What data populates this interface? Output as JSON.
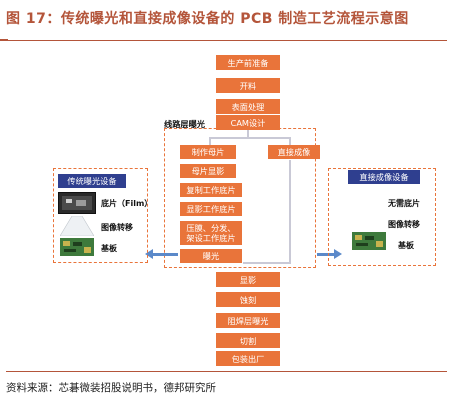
{
  "header": {
    "title": "图 17：传统曝光和直接成像设备的 PCB 制造工艺流程示意图"
  },
  "footer": {
    "source": "资料来源：芯碁微装招股说明书，德邦研究所"
  },
  "flow": {
    "top_steps": [
      "生产前准备",
      "开料",
      "表面处理",
      "CAM设计"
    ],
    "group_label": "线路层曝光",
    "left_branch": [
      "制作母片",
      "母片显影",
      "复制工作底片",
      "显影工作底片",
      "压膜、分发、架设工作底片",
      "曝光"
    ],
    "right_branch": [
      "直接成像"
    ],
    "bottom_steps": [
      "显影",
      "蚀刻",
      "阻焊层曝光",
      "切割",
      "包装出厂"
    ]
  },
  "left_panel": {
    "title": "传统曝光设备",
    "labels": [
      "底片（Film）",
      "图像转移",
      "基板"
    ]
  },
  "right_panel": {
    "title": "直接成像设备",
    "labels": [
      "无需底片",
      "图像转移",
      "基板"
    ]
  },
  "colors": {
    "orange": "#e9743a",
    "navy": "#2f3f8f",
    "title": "#b4553a",
    "arrow": "#5b89c9"
  }
}
